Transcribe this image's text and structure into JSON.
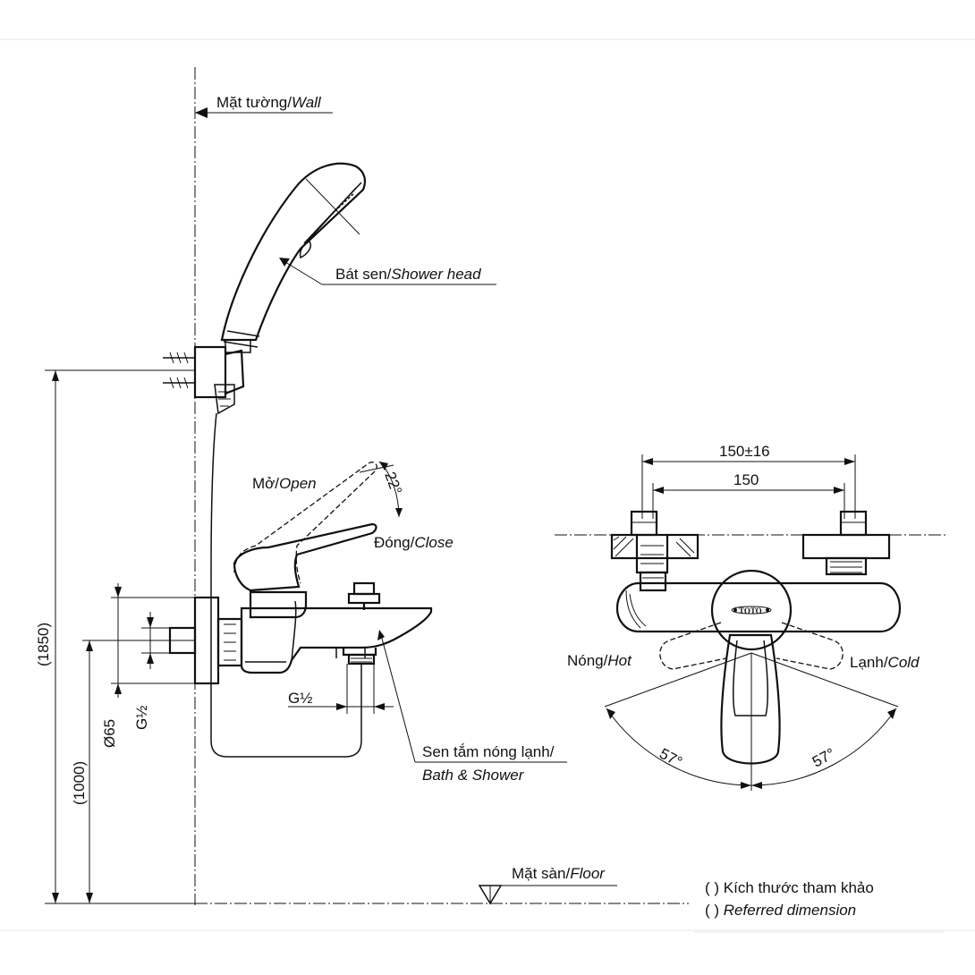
{
  "labels": {
    "wall": {
      "vi": "Mặt tường/",
      "en": "Wall"
    },
    "shower_head": {
      "vi": "Bát sen/",
      "en": "Shower head"
    },
    "open": {
      "vi": "Mở/",
      "en": "Open"
    },
    "close": {
      "vi": "Đóng/",
      "en": "Close"
    },
    "angle_22": "22°",
    "bath_shower_vi": "Sen tắm nóng lạnh/",
    "bath_shower_en": "Bath & Shower",
    "floor": {
      "vi": "Mặt sàn/",
      "en": "Floor"
    },
    "thread_bottom": "G½",
    "thread_left": "G½",
    "dia_65": "Ø65",
    "dim_1850": "(1850)",
    "dim_1000": "(1000)",
    "dim_150_16": "150±16",
    "dim_150": "150",
    "hot": {
      "vi": "Nóng/",
      "en": "Hot"
    },
    "cold": {
      "vi": "Lạnh/",
      "en": "Cold"
    },
    "angle_57_left": "57°",
    "angle_57_right": "57°",
    "brand": "TOTO"
  },
  "legend": {
    "vi": "(        ) Kích thước tham khảo",
    "en_paren": "(        ) ",
    "en": "Referred dimension"
  }
}
